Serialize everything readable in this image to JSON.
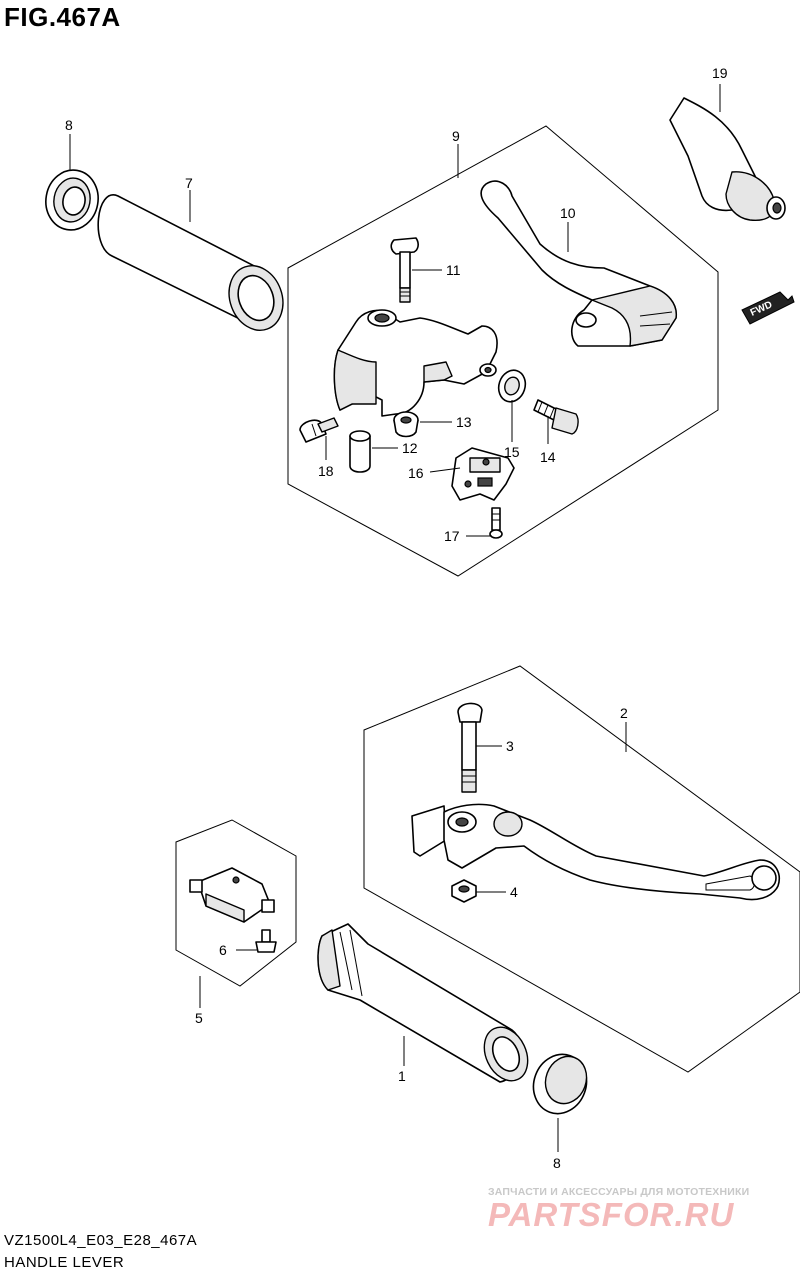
{
  "figure": {
    "title": "FIG.467A",
    "model_code": "VZ1500L4_E03_E28_467A",
    "section_name": "HANDLE LEVER"
  },
  "fwd_badge": "FWD",
  "callouts": [
    "1",
    "2",
    "3",
    "4",
    "5",
    "6",
    "7",
    "8",
    "8",
    "9",
    "10",
    "11",
    "12",
    "13",
    "14",
    "15",
    "16",
    "17",
    "18",
    "19"
  ],
  "watermark": {
    "tagline": "ЗАПЧАСТИ И АКСЕССУАРЫ ДЛЯ МОТОТЕХНИКИ",
    "brand": "PARTSFOR.RU"
  }
}
